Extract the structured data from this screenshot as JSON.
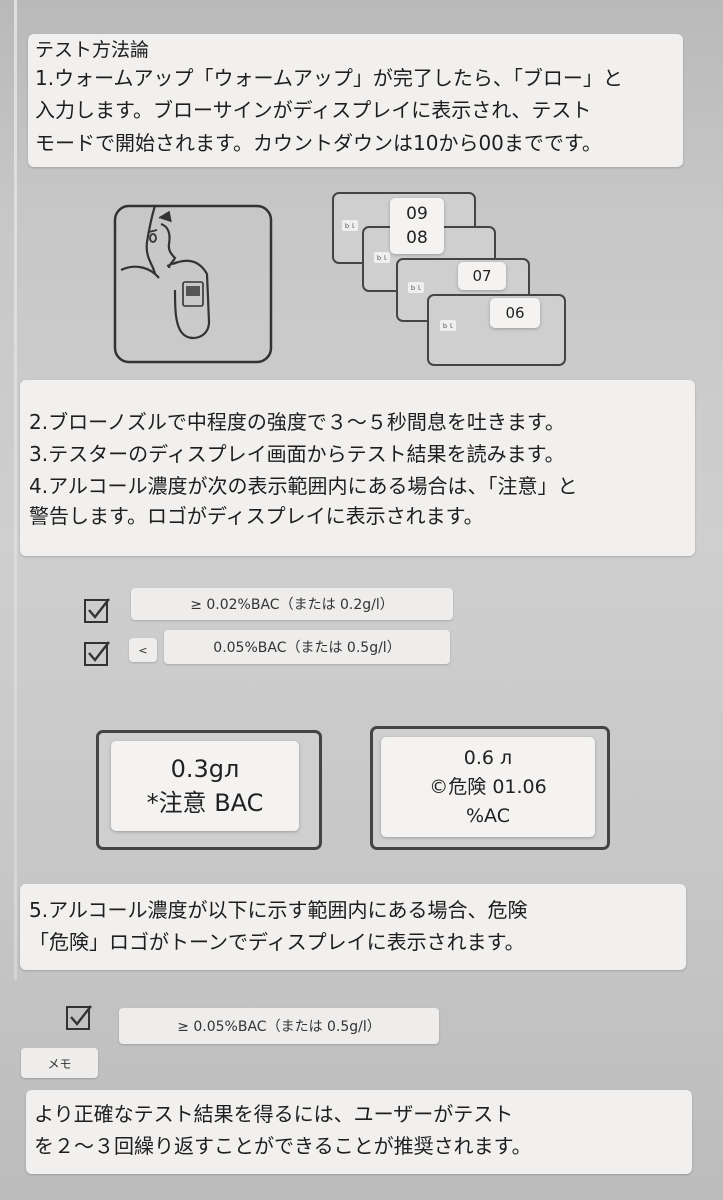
{
  "section1": {
    "title": "テスト方法論",
    "line1": "1.ウォームアップ「ウォームアップ」が完了したら、「ブロー」と",
    "line2": "入力します。ブローサインがディスプレイに表示され、テスト",
    "line3": "モードで開始されます。カウントダウンは10から00までです。"
  },
  "countdown": {
    "card1": {
      "top": "09",
      "bottom": "08",
      "small": "ｂｌ"
    },
    "card2": {
      "small": "ｂｌ"
    },
    "card3": {
      "value": "07",
      "small": "ｂｌ"
    },
    "card4": {
      "value": "06",
      "small": "ｂｌ"
    }
  },
  "section2": {
    "line1": "2.ブローノズルで中程度の強度で３～５秒間息を吐きます。",
    "line2": "3.テスターのディスプレイ画面からテスト結果を読みます。",
    "line3": "4.アルコール濃度が次の表示範囲内にある場合は、「注意」と",
    "line4": "警告します。ロゴがディスプレイに表示されます。"
  },
  "caution_ranges": {
    "range1": "≥ 0.02%BAC（または 0.2g/l）",
    "lt_symbol": "<",
    "range2": "0.05%BAC（または 0.5g/l）"
  },
  "display_caution": {
    "line1": "0.3gл",
    "line2": "*注意 BAC"
  },
  "display_danger": {
    "line1": "0.6 л",
    "line2": "©危険 01.06",
    "line3": "%AC"
  },
  "section5": {
    "line1": "5.アルコール濃度が以下に示す範囲内にある場合、危険",
    "line2": "「危険」ロゴがトーンでディスプレイに表示されます。"
  },
  "danger_range": {
    "range": "≥ 0.05%BAC（または 0.5g/l）",
    "memo": "メモ"
  },
  "note": {
    "line1": "より正確なテスト結果を得るには、ユーザーがテスト",
    "line2": "を２～３回繰り返すことができることが推奨されます。"
  }
}
